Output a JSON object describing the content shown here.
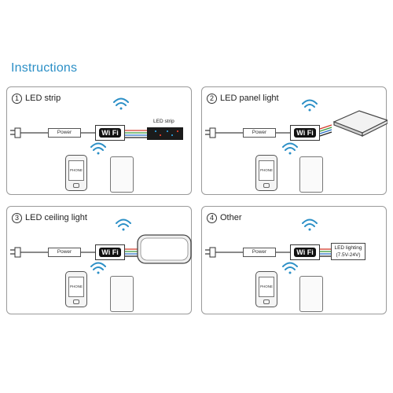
{
  "page": {
    "heading": "Instructions"
  },
  "panels": [
    {
      "number": "1",
      "title": "LED strip",
      "power_label": "Power",
      "wifi_label": "Wi Fi",
      "device_label": "LED strip",
      "phone_label": "PHONE",
      "device_icon": "led-strip-icon"
    },
    {
      "number": "2",
      "title": "LED panel light",
      "power_label": "Power",
      "wifi_label": "Wi Fi",
      "phone_label": "PHONE",
      "device_icon": "panel-light-icon"
    },
    {
      "number": "3",
      "title": "LED ceiling light",
      "power_label": "Power",
      "wifi_label": "Wi Fi",
      "phone_label": "PHONE",
      "device_icon": "ceiling-light-icon"
    },
    {
      "number": "4",
      "title": "Other",
      "power_label": "Power",
      "wifi_label": "Wi Fi",
      "device_label_line1": "LED lighting",
      "device_label_line2": "(7.5V-24V)",
      "phone_label": "PHONE",
      "device_icon": "led-lighting-box-icon"
    }
  ],
  "colors": {
    "heading": "#2b8fc6",
    "wifi_signal": "#2b8fc6",
    "border": "#9a9a9a",
    "wire_red": "#d23b2b",
    "wire_green": "#3a9a3a",
    "wire_blue": "#2b6fc6",
    "wire_black": "#222222"
  }
}
